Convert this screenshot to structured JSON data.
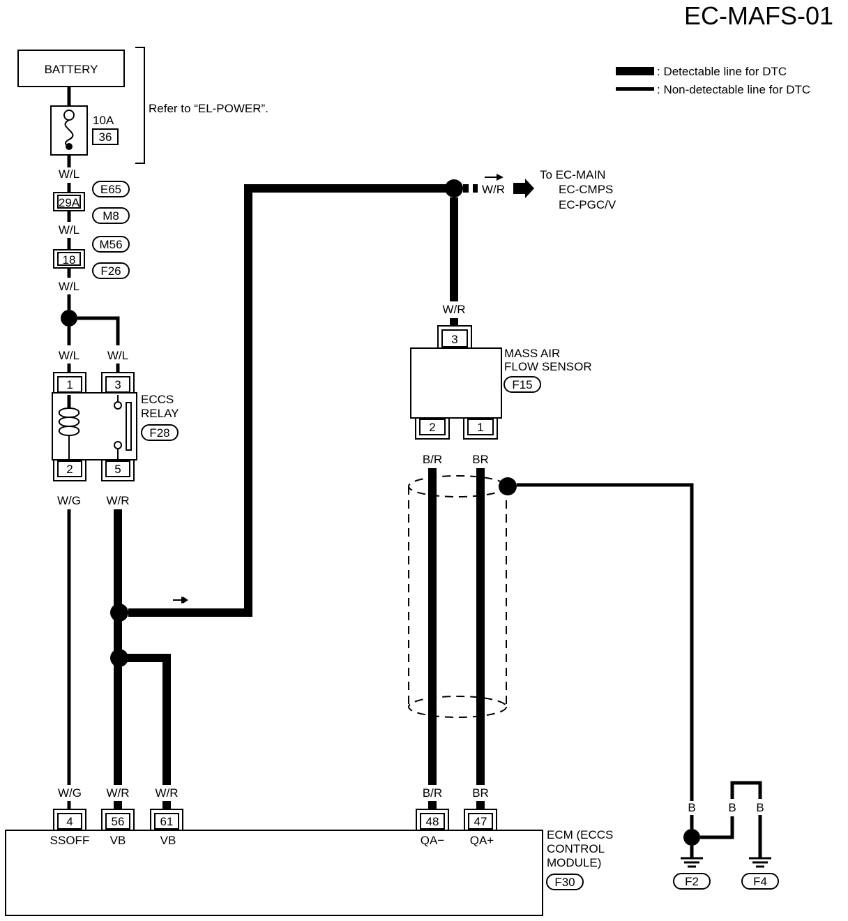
{
  "page_id": "EC-MAFS-01",
  "legend": {
    "detectable": ": Detectable line for DTC",
    "non_detectable": ": Non-detectable line for DTC"
  },
  "battery": {
    "label": "BATTERY"
  },
  "fuse": {
    "rating": "10A",
    "number": "36"
  },
  "refer_to": "Refer to “EL-POWER”.",
  "wire_colors": {
    "wl": "W/L",
    "wr": "W/R",
    "wg": "W/G",
    "br_red": "B/R",
    "brown": "BR",
    "black": "B"
  },
  "connectors": {
    "j1_pin": "29A",
    "j1_top": "E65",
    "j1_bottom": "M8",
    "j2_pin": "18",
    "j2_top": "M56",
    "j2_bottom": "F26"
  },
  "to_other": {
    "prefix": "To EC-MAIN",
    "line2": "EC-CMPS",
    "line3": "EC-PGC/V"
  },
  "relay": {
    "name_line1": "ECCS",
    "name_line2": "RELAY",
    "connector": "F28",
    "pins": [
      "1",
      "3",
      "2",
      "5"
    ]
  },
  "maf_sensor": {
    "name_line1": "MASS AIR",
    "name_line2": "FLOW SENSOR",
    "connector": "F15",
    "pins": [
      "3",
      "2",
      "1"
    ]
  },
  "ecm": {
    "name_line1": "ECM (ECCS",
    "name_line2": "CONTROL",
    "name_line3": "MODULE)",
    "connector": "F30",
    "pins": [
      {
        "num": "4",
        "name": "SSOFF"
      },
      {
        "num": "56",
        "name": "VB"
      },
      {
        "num": "61",
        "name": "VB"
      },
      {
        "num": "48",
        "name": "QA−"
      },
      {
        "num": "47",
        "name": "QA+"
      }
    ]
  },
  "grounds": [
    "F2",
    "F4"
  ]
}
